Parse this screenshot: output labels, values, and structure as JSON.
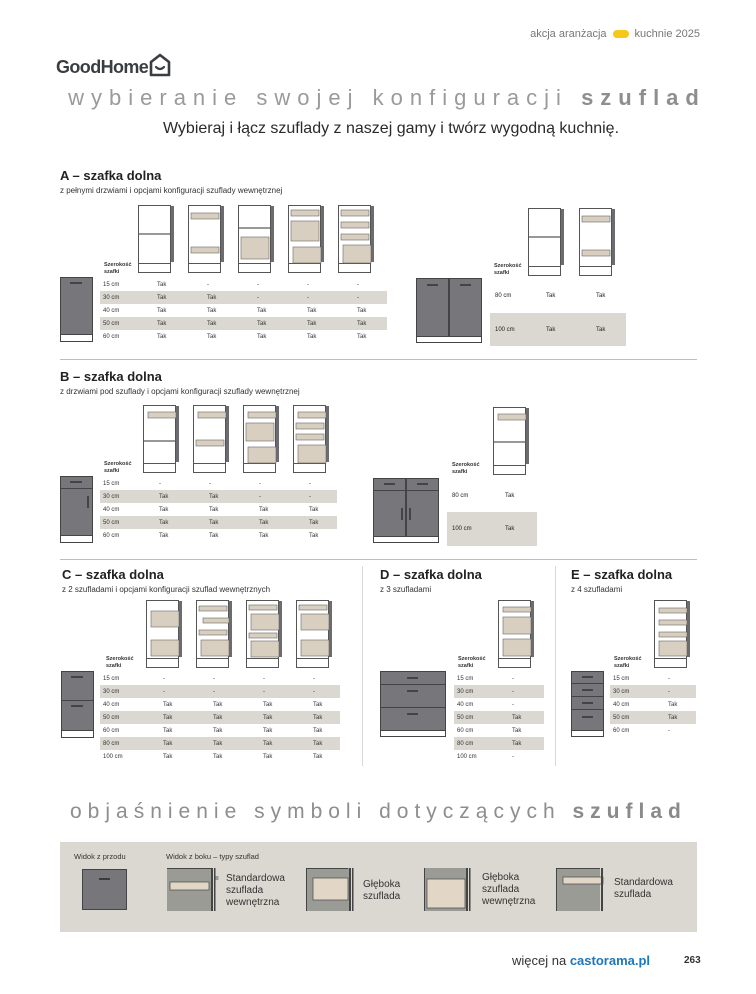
{
  "header": {
    "campaign_left": "akcja aranżacja",
    "campaign_right": "kuchnie 2025",
    "pill_color": "#f5c81a",
    "brand": "GoodHome",
    "brand_icon": "house-smile-icon",
    "title_light": "wybieranie swojej konfiguracji",
    "title_bold": "szuflad",
    "subtitle": "Wybieraj i łącz szuflady z naszej gamy i twórz wygodną kuchnię."
  },
  "width_header": "Szerokość szafki",
  "sections": {
    "A": {
      "title": "A – szafka dolna",
      "desc": "z pełnymi drzwiami i opcjami konfiguracji szuflady wewnętrznej",
      "table1": {
        "rows": [
          {
            "w": "15 cm",
            "v": [
              "Tak",
              "-",
              "-",
              "-",
              "-"
            ]
          },
          {
            "w": "30 cm",
            "v": [
              "Tak",
              "Tak",
              "-",
              "-",
              "-"
            ]
          },
          {
            "w": "40 cm",
            "v": [
              "Tak",
              "Tak",
              "Tak",
              "Tak",
              "Tak"
            ]
          },
          {
            "w": "50 cm",
            "v": [
              "Tak",
              "Tak",
              "Tak",
              "Tak",
              "Tak"
            ]
          },
          {
            "w": "60 cm",
            "v": [
              "Tak",
              "Tak",
              "Tak",
              "Tak",
              "Tak"
            ]
          }
        ]
      },
      "table2": {
        "rows": [
          {
            "w": "80 cm",
            "v": [
              "Tak",
              "Tak"
            ]
          },
          {
            "w": "100 cm",
            "v": [
              "Tak",
              "Tak"
            ]
          }
        ]
      }
    },
    "B": {
      "title": "B – szafka dolna",
      "desc": "z drzwiami pod szuflady i opcjami konfiguracji szuflady wewnętrznej",
      "table1": {
        "rows": [
          {
            "w": "15 cm",
            "v": [
              "-",
              "-",
              "-",
              "-"
            ]
          },
          {
            "w": "30 cm",
            "v": [
              "Tak",
              "Tak",
              "-",
              "-"
            ]
          },
          {
            "w": "40 cm",
            "v": [
              "Tak",
              "Tak",
              "Tak",
              "Tak"
            ]
          },
          {
            "w": "50 cm",
            "v": [
              "Tak",
              "Tak",
              "Tak",
              "Tak"
            ]
          },
          {
            "w": "60 cm",
            "v": [
              "Tak",
              "Tak",
              "Tak",
              "Tak"
            ]
          }
        ]
      },
      "table2": {
        "rows": [
          {
            "w": "80 cm",
            "v": [
              "Tak"
            ]
          },
          {
            "w": "100 cm",
            "v": [
              "Tak"
            ]
          }
        ]
      }
    },
    "C": {
      "title": "C – szafka dolna",
      "desc": "z 2 szufladami i opcjami konfiguracji szuflad wewnętrznych",
      "table1": {
        "rows": [
          {
            "w": "15 cm",
            "v": [
              "-",
              "-",
              "-",
              "-"
            ]
          },
          {
            "w": "30 cm",
            "v": [
              "-",
              "-",
              "-",
              "-"
            ]
          },
          {
            "w": "40 cm",
            "v": [
              "Tak",
              "Tak",
              "Tak",
              "Tak"
            ]
          },
          {
            "w": "50 cm",
            "v": [
              "Tak",
              "Tak",
              "Tak",
              "Tak"
            ]
          },
          {
            "w": "60 cm",
            "v": [
              "Tak",
              "Tak",
              "Tak",
              "Tak"
            ]
          },
          {
            "w": "80 cm",
            "v": [
              "Tak",
              "Tak",
              "Tak",
              "Tak"
            ]
          },
          {
            "w": "100 cm",
            "v": [
              "Tak",
              "Tak",
              "Tak",
              "Tak"
            ]
          }
        ]
      }
    },
    "D": {
      "title": "D – szafka dolna",
      "desc": "z 3 szufladami",
      "table1": {
        "rows": [
          {
            "w": "15 cm",
            "v": [
              "-"
            ]
          },
          {
            "w": "30 cm",
            "v": [
              "-"
            ]
          },
          {
            "w": "40 cm",
            "v": [
              "-"
            ]
          },
          {
            "w": "50 cm",
            "v": [
              "Tak"
            ]
          },
          {
            "w": "60 cm",
            "v": [
              "Tak"
            ]
          },
          {
            "w": "80 cm",
            "v": [
              "Tak"
            ]
          },
          {
            "w": "100 cm",
            "v": [
              "-"
            ]
          }
        ]
      }
    },
    "E": {
      "title": "E – szafka dolna",
      "desc": "z 4 szufladami",
      "table1": {
        "rows": [
          {
            "w": "15 cm",
            "v": [
              "-"
            ]
          },
          {
            "w": "30 cm",
            "v": [
              "-"
            ]
          },
          {
            "w": "40 cm",
            "v": [
              "Tak"
            ]
          },
          {
            "w": "50 cm",
            "v": [
              "Tak"
            ]
          },
          {
            "w": "60 cm",
            "v": [
              "-"
            ]
          }
        ]
      }
    }
  },
  "legend": {
    "title_light": "objaśnienie symboli dotyczących",
    "title_bold": "szuflad",
    "front_label": "Widok z przodu",
    "side_label": "Widok z boku – typy szuflad",
    "items": [
      {
        "text": [
          "Standardowa",
          "szuflada",
          "wewnętrzna"
        ]
      },
      {
        "text": [
          "Głęboka",
          "szuflada"
        ]
      },
      {
        "text": [
          "Głęboka",
          "szuflada",
          "wewnętrzna"
        ]
      },
      {
        "text": [
          "Standardowa",
          "szuflada"
        ]
      }
    ]
  },
  "footer": {
    "more_prefix": "więcej na",
    "more_link": "castorama.pl",
    "link_color": "#1d77bc",
    "page_number": "263"
  },
  "colors": {
    "cabinet_front": "#77767b",
    "drawer_fill": "#d9cfc0",
    "row_shade": "#dbd8d2",
    "legend_bg": "#dbd8d1"
  }
}
